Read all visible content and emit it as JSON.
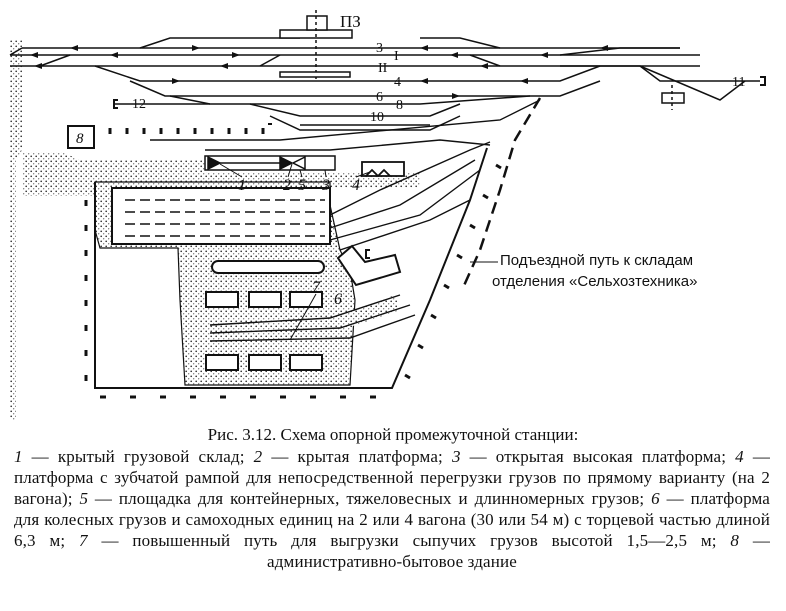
{
  "diagram": {
    "station_label": "ПЗ",
    "track_labels": [
      "3",
      "I",
      "II",
      "4",
      "6",
      "8",
      "10",
      "11",
      "12"
    ],
    "facility_numbers": [
      "8",
      "1",
      "2",
      "5",
      "3",
      "4",
      "6",
      "7"
    ],
    "access_road_label_line1": "Подъездной путь к складам",
    "access_road_label_line2": "отделения «Сельхозтехника»"
  },
  "caption": {
    "title": "Рис. 3.12. Схема опорной промежуточной станции:",
    "items": [
      {
        "num": "1",
        "text": " — крытый грузовой склад; "
      },
      {
        "num": "2",
        "text": " — крытая платформа; "
      },
      {
        "num": "3",
        "text": " — открытая высокая платформа; "
      },
      {
        "num": "4",
        "text": " — платформа с зубчатой рампой для непосредственной перегрузки грузов по прямому варианту (на 2 вагона); "
      },
      {
        "num": "5",
        "text": " — площадка для контейнерных, тяжеловесных и длинномерных грузов; "
      },
      {
        "num": "6",
        "text": " — платформа для колесных грузов и самоходных единиц на 2 или 4 вагона (30 или 54 м) с торцевой частью длиной 6,3 м; "
      },
      {
        "num": "7",
        "text": " — повышенный путь для выгрузки сыпучих грузов высотой 1,5—2,5 м; "
      },
      {
        "num": "8",
        "text": " — административно-бытовое здание"
      }
    ]
  }
}
